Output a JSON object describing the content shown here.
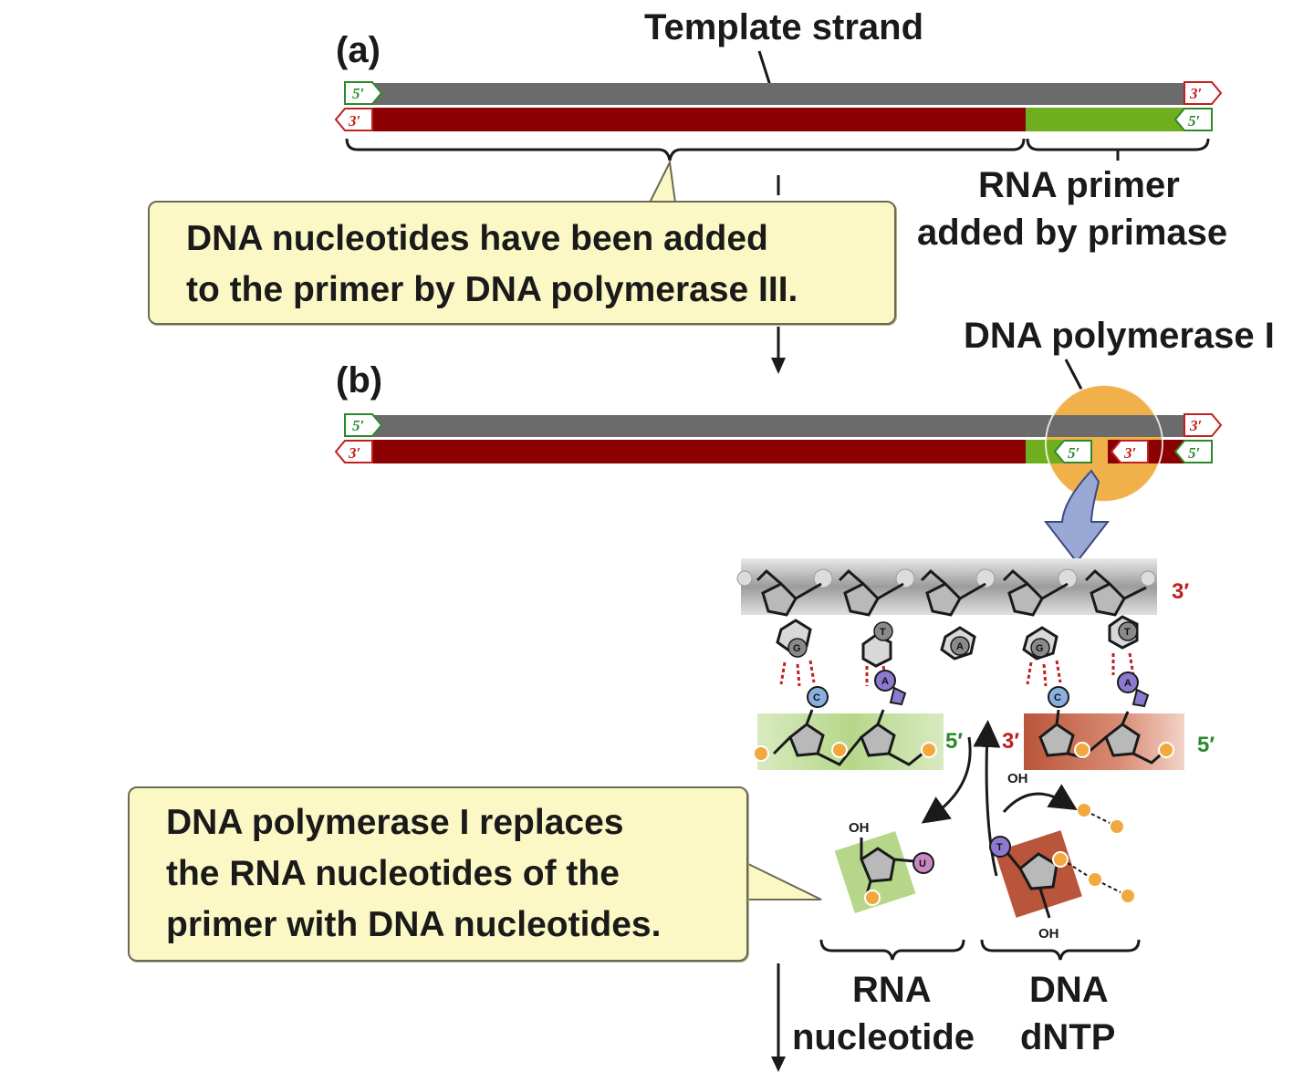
{
  "labels": {
    "panel_a": "(a)",
    "panel_b": "(b)",
    "template_strand": "Template strand",
    "rna_primer": [
      "RNA primer",
      "added by primase"
    ],
    "dna_pol_i": "DNA polymerase I",
    "rna_nucleotide": [
      "RNA",
      "nucleotide"
    ],
    "dna_dntp": [
      "DNA",
      "dNTP"
    ],
    "oh": "OH"
  },
  "ends": {
    "five_prime": "5′",
    "three_prime": "3′"
  },
  "bases": {
    "G": "G",
    "T": "T",
    "A": "A",
    "C": "C",
    "U": "U"
  },
  "callouts": {
    "top": [
      "DNA nucleotides have been added",
      "to the primer by DNA polymerase III."
    ],
    "bottom": [
      "DNA polymerase I replaces",
      "the RNA nucleotides of the",
      "primer with DNA nucleotides."
    ]
  },
  "colors": {
    "template": "#6b6b6b",
    "dna_new": "#8b0000",
    "rna_primer": "#6fae1f",
    "five_prime": "#2a8a2a",
    "three_prime": "#c0201f",
    "polymerase": "#f0b04a",
    "callout_fill": "#fcf8c6"
  }
}
